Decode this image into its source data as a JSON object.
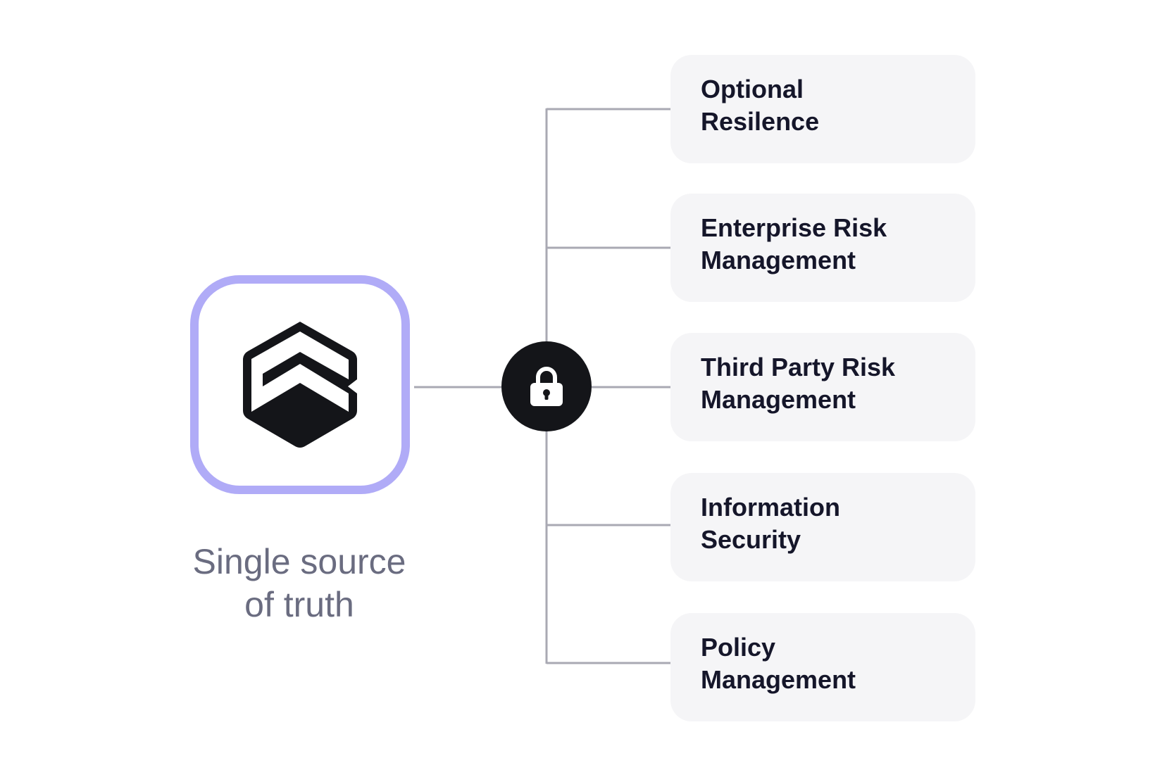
{
  "source": {
    "icon": "platform-logo-icon",
    "tagline_lines": [
      "Single source",
      "of truth"
    ],
    "accent_color": "#b0abf7"
  },
  "hub": {
    "icon": "lock-icon",
    "color": "#141519"
  },
  "connector_color": "#a9a9b3",
  "modules": [
    {
      "lines": [
        "Optional",
        "Resilence"
      ]
    },
    {
      "lines": [
        "Enterprise Risk",
        "Management"
      ]
    },
    {
      "lines": [
        "Third Party Risk",
        "Management"
      ]
    },
    {
      "lines": [
        "Information",
        "Security"
      ]
    },
    {
      "lines": [
        "Policy",
        "Management"
      ]
    }
  ]
}
